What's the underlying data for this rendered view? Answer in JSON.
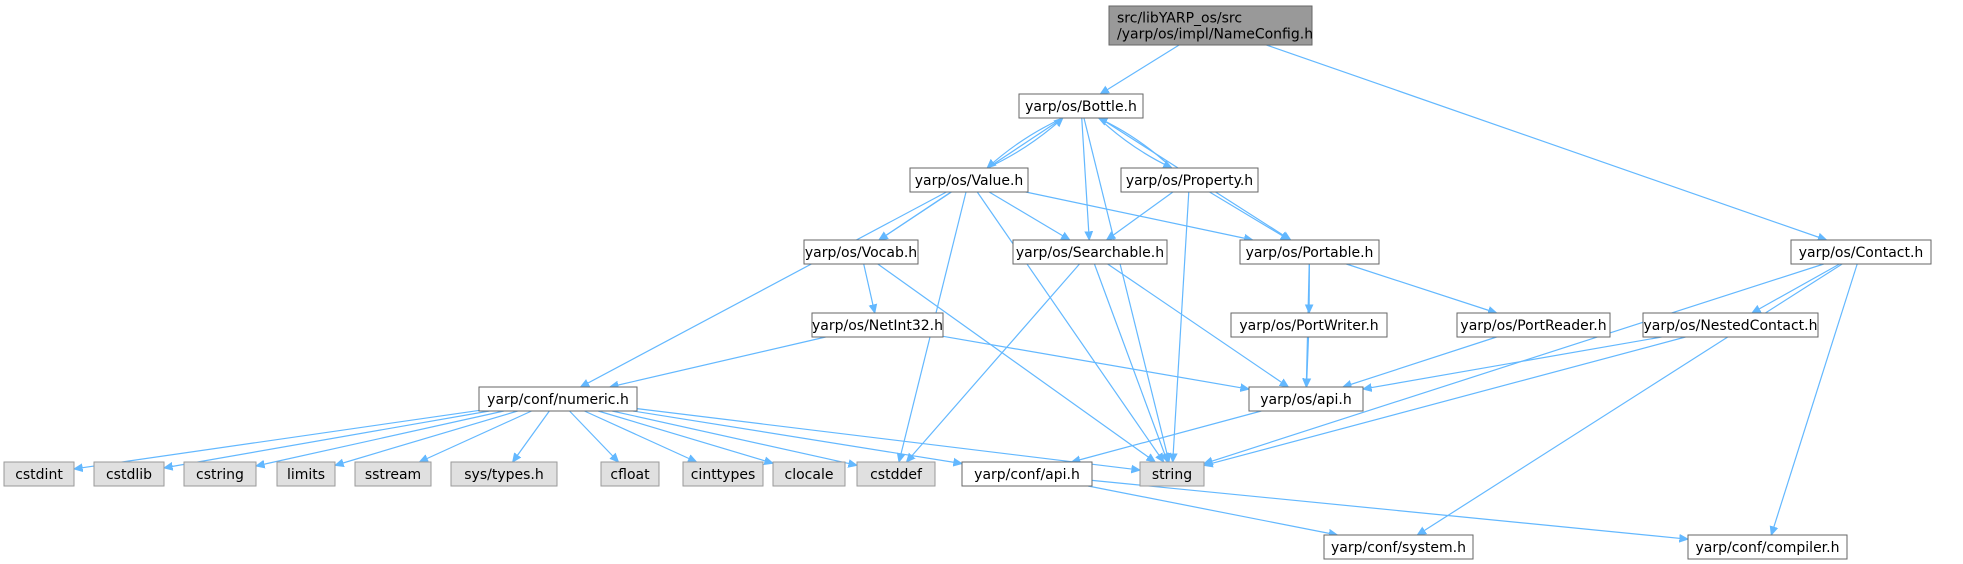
{
  "diagram": {
    "title_lines": [
      "src/libYARP_os/src",
      "/yarp/os/impl/NameConfig.h"
    ],
    "colors": {
      "edge": "#63b8ff",
      "root_fill": "#999999",
      "root_border": "#666666",
      "node_fill": "#ffffff",
      "node_border": "#666666",
      "external_fill": "#e0e0e0",
      "external_border": "#999999"
    },
    "nodes": [
      {
        "id": "root",
        "label": "src/libYARP_os/src\n/yarp/os/impl/NameConfig.h",
        "kind": "root"
      },
      {
        "id": "bottle",
        "label": "yarp/os/Bottle.h",
        "kind": "internal"
      },
      {
        "id": "value",
        "label": "yarp/os/Value.h",
        "kind": "internal"
      },
      {
        "id": "property",
        "label": "yarp/os/Property.h",
        "kind": "internal"
      },
      {
        "id": "vocab",
        "label": "yarp/os/Vocab.h",
        "kind": "internal"
      },
      {
        "id": "searchable",
        "label": "yarp/os/Searchable.h",
        "kind": "internal"
      },
      {
        "id": "portable",
        "label": "yarp/os/Portable.h",
        "kind": "internal"
      },
      {
        "id": "contact",
        "label": "yarp/os/Contact.h",
        "kind": "internal"
      },
      {
        "id": "netint32",
        "label": "yarp/os/NetInt32.h",
        "kind": "internal"
      },
      {
        "id": "portwriter",
        "label": "yarp/os/PortWriter.h",
        "kind": "internal"
      },
      {
        "id": "portreader",
        "label": "yarp/os/PortReader.h",
        "kind": "internal"
      },
      {
        "id": "nestedcontact",
        "label": "yarp/os/NestedContact.h",
        "kind": "internal"
      },
      {
        "id": "numeric",
        "label": "yarp/conf/numeric.h",
        "kind": "internal"
      },
      {
        "id": "osapi",
        "label": "yarp/os/api.h",
        "kind": "internal"
      },
      {
        "id": "cstdint",
        "label": "cstdint",
        "kind": "external"
      },
      {
        "id": "cstdlib",
        "label": "cstdlib",
        "kind": "external"
      },
      {
        "id": "cstring",
        "label": "cstring",
        "kind": "external"
      },
      {
        "id": "limits",
        "label": "limits",
        "kind": "external"
      },
      {
        "id": "sstream",
        "label": "sstream",
        "kind": "external"
      },
      {
        "id": "systypes",
        "label": "sys/types.h",
        "kind": "external"
      },
      {
        "id": "cfloat",
        "label": "cfloat",
        "kind": "external"
      },
      {
        "id": "cinttypes",
        "label": "cinttypes",
        "kind": "external"
      },
      {
        "id": "clocale",
        "label": "clocale",
        "kind": "external"
      },
      {
        "id": "cstddef",
        "label": "cstddef",
        "kind": "external"
      },
      {
        "id": "string",
        "label": "string",
        "kind": "external"
      },
      {
        "id": "confapi",
        "label": "yarp/conf/api.h",
        "kind": "internal"
      },
      {
        "id": "confsystem",
        "label": "yarp/conf/system.h",
        "kind": "internal"
      },
      {
        "id": "confcompiler",
        "label": "yarp/conf/compiler.h",
        "kind": "internal"
      }
    ],
    "edges": [
      [
        "root",
        "bottle"
      ],
      [
        "root",
        "contact"
      ],
      [
        "bottle",
        "value"
      ],
      [
        "value",
        "bottle"
      ],
      [
        "bottle",
        "property"
      ],
      [
        "property",
        "bottle"
      ],
      [
        "bottle",
        "vocab"
      ],
      [
        "bottle",
        "searchable"
      ],
      [
        "bottle",
        "portable"
      ],
      [
        "bottle",
        "string"
      ],
      [
        "value",
        "vocab"
      ],
      [
        "value",
        "searchable"
      ],
      [
        "value",
        "portable"
      ],
      [
        "value",
        "numeric"
      ],
      [
        "value",
        "cstddef"
      ],
      [
        "value",
        "string"
      ],
      [
        "property",
        "searchable"
      ],
      [
        "property",
        "portable"
      ],
      [
        "property",
        "string"
      ],
      [
        "vocab",
        "netint32"
      ],
      [
        "vocab",
        "string"
      ],
      [
        "searchable",
        "osapi"
      ],
      [
        "searchable",
        "cstddef"
      ],
      [
        "searchable",
        "string"
      ],
      [
        "portable",
        "portwriter"
      ],
      [
        "portable",
        "portreader"
      ],
      [
        "portable",
        "osapi"
      ],
      [
        "netint32",
        "numeric"
      ],
      [
        "netint32",
        "osapi"
      ],
      [
        "portwriter",
        "osapi"
      ],
      [
        "portreader",
        "osapi"
      ],
      [
        "contact",
        "nestedcontact"
      ],
      [
        "contact",
        "string"
      ],
      [
        "contact",
        "confsystem"
      ],
      [
        "contact",
        "confcompiler"
      ],
      [
        "nestedcontact",
        "osapi"
      ],
      [
        "nestedcontact",
        "string"
      ],
      [
        "osapi",
        "confapi"
      ],
      [
        "numeric",
        "cstdint"
      ],
      [
        "numeric",
        "cstdlib"
      ],
      [
        "numeric",
        "cstring"
      ],
      [
        "numeric",
        "limits"
      ],
      [
        "numeric",
        "sstream"
      ],
      [
        "numeric",
        "systypes"
      ],
      [
        "numeric",
        "cfloat"
      ],
      [
        "numeric",
        "cinttypes"
      ],
      [
        "numeric",
        "clocale"
      ],
      [
        "numeric",
        "cstddef"
      ],
      [
        "numeric",
        "string"
      ],
      [
        "numeric",
        "confapi"
      ],
      [
        "confapi",
        "confsystem"
      ],
      [
        "confapi",
        "confcompiler"
      ]
    ]
  }
}
